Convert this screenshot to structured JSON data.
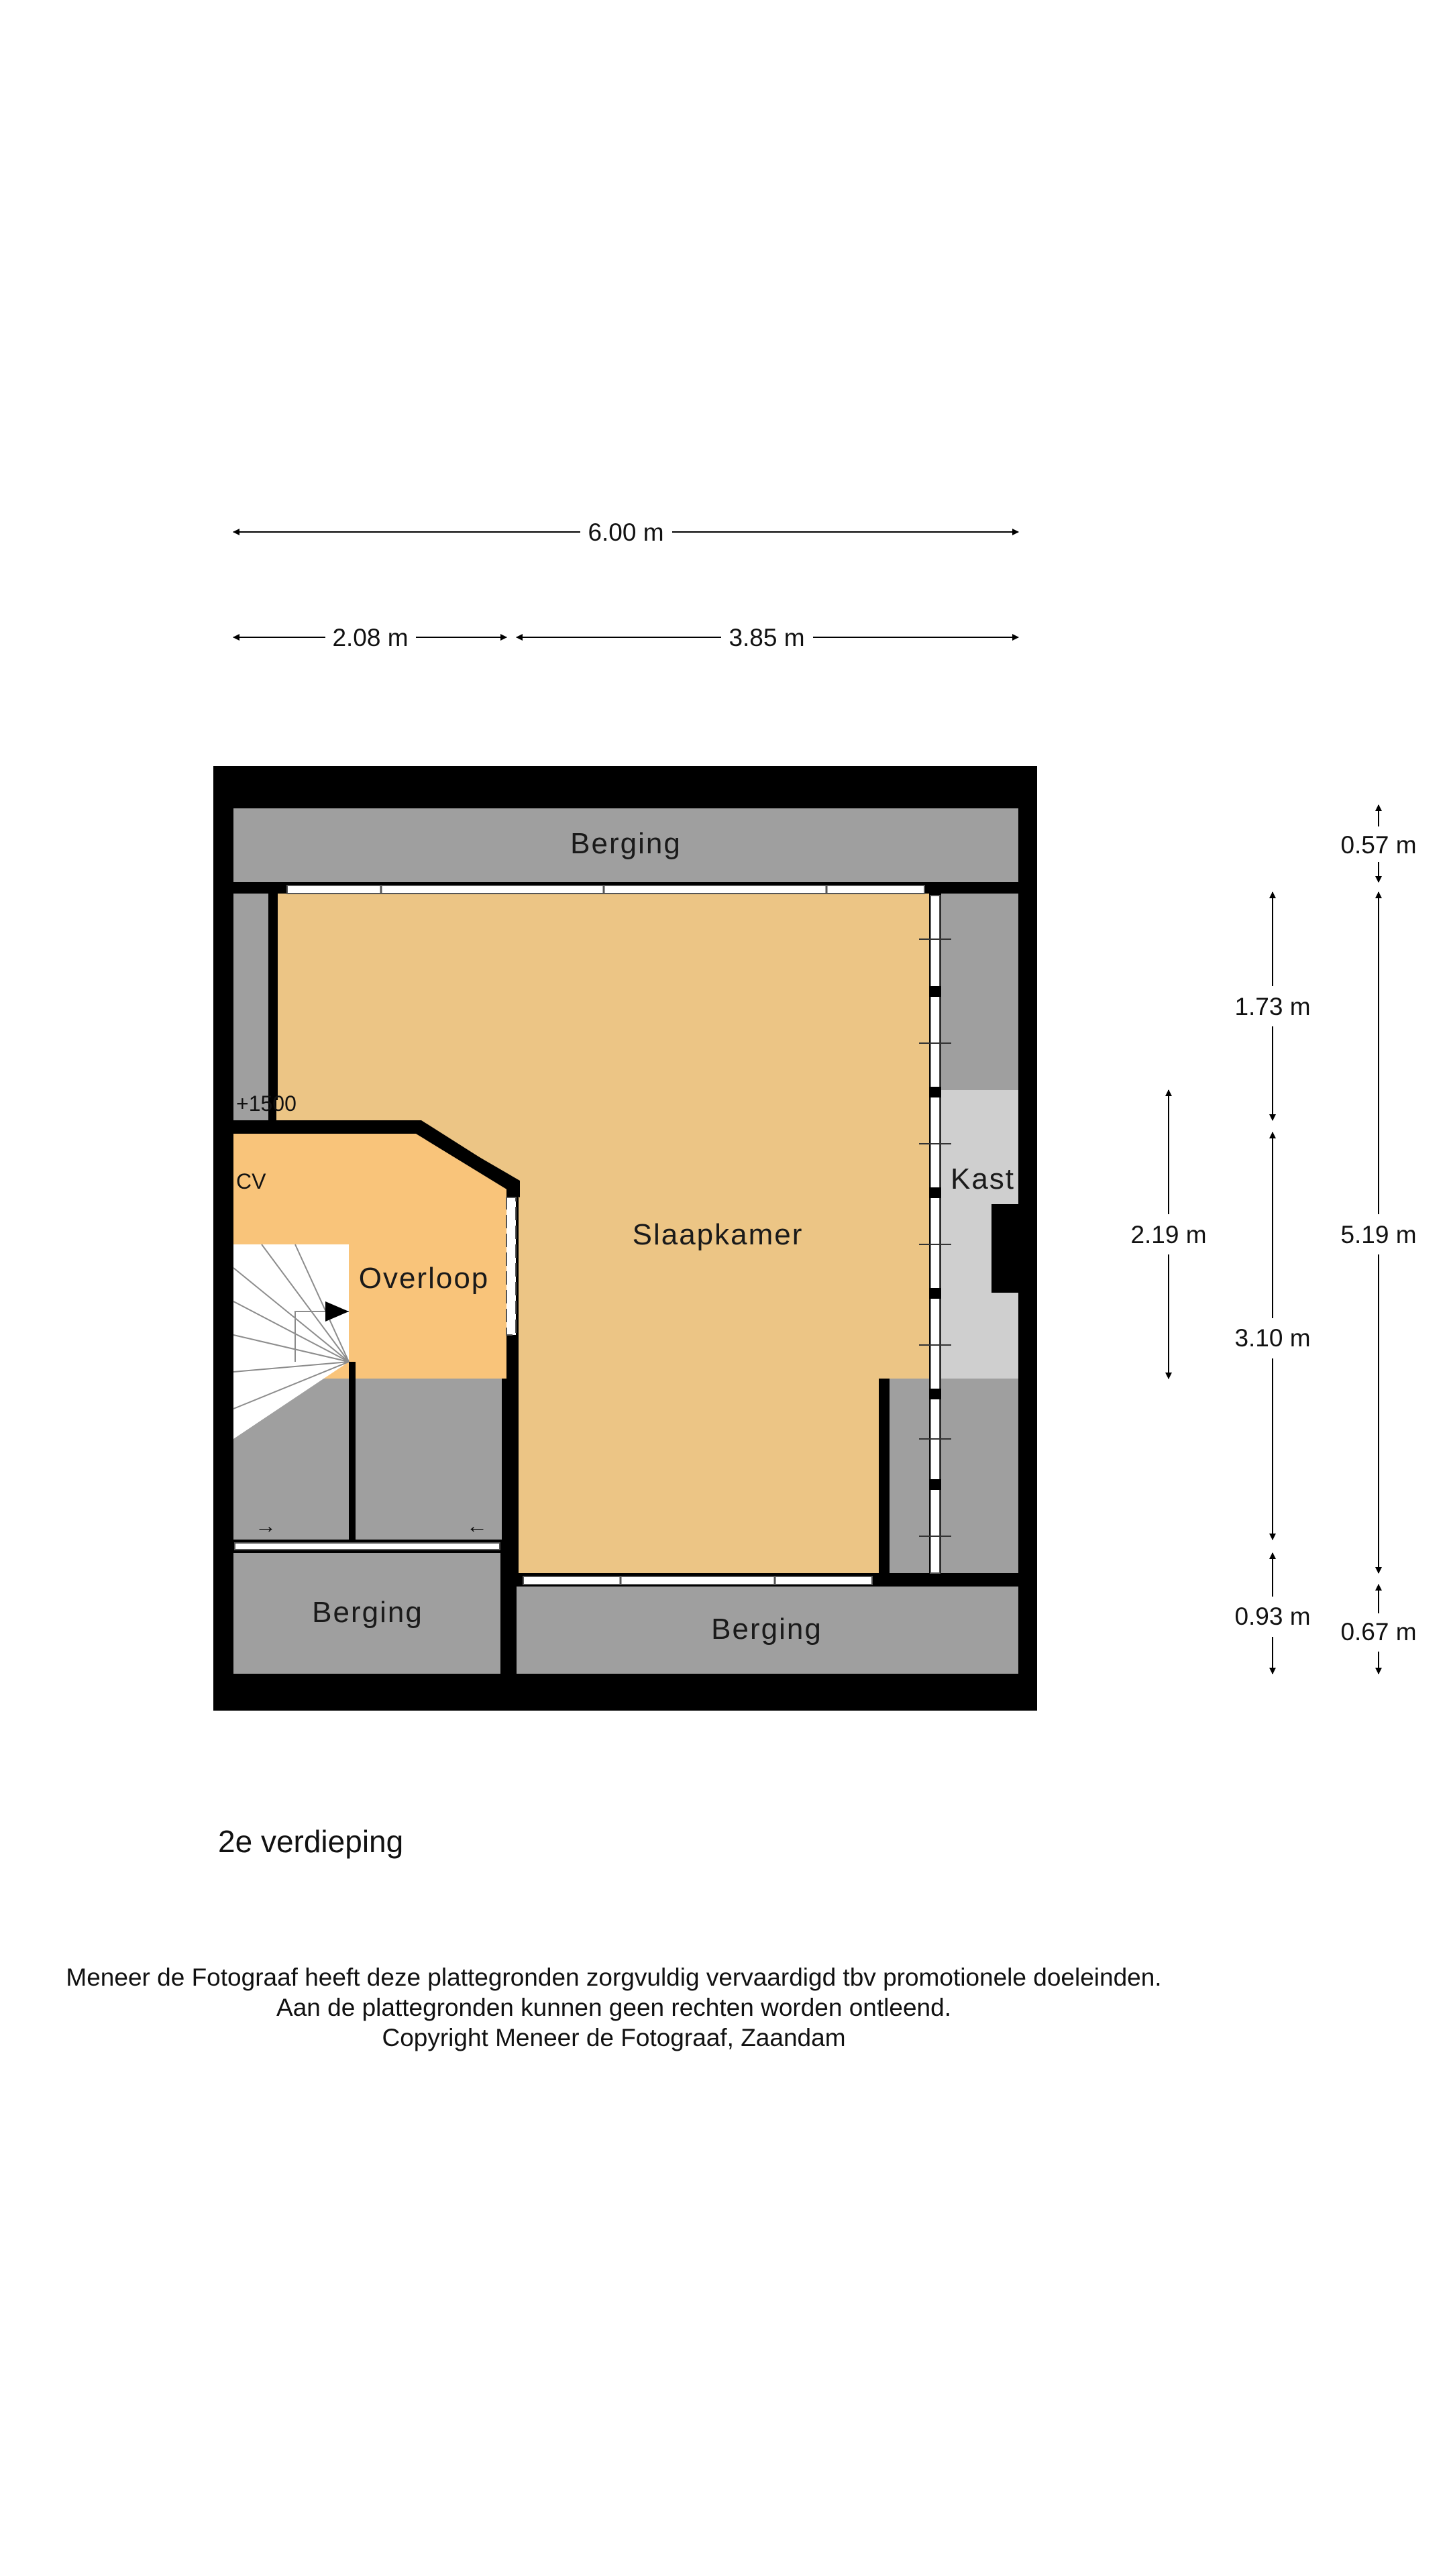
{
  "rooms": {
    "berging_top": "Berging",
    "slaapkamer": "Slaapkamer",
    "overloop": "Overloop",
    "kast": "Kast",
    "berging_bottom_left": "Berging",
    "berging_bottom_right": "Berging",
    "cv": "CV",
    "level_marker": "+1500"
  },
  "dimensions": {
    "total_width": "6.00 m",
    "width_left": "2.08 m",
    "width_right": "3.85 m",
    "height_kast": "2.19 m",
    "height_top_segment": "1.73 m",
    "height_middle_segment": "3.10 m",
    "height_bottom_segment": "0.93 m",
    "height_total_top": "0.57 m",
    "height_total": "5.19 m",
    "height_total_bottom": "0.67 m"
  },
  "floor_name": "2e verdieping",
  "footer": {
    "line1": "Meneer de Fotograaf heeft deze plattegronden zorgvuldig vervaardigd tbv promotionele doeleinden.",
    "line2": "Aan de plattegronden kunnen geen rechten worden ontleend.",
    "line3": "Copyright Meneer de Fotograaf, Zaandam"
  },
  "colors": {
    "bedroom": "#ecc585",
    "landing": "#f9c47a",
    "storage": "#9f9f9f",
    "closet": "#cfcfcf",
    "wall": "#000000"
  }
}
